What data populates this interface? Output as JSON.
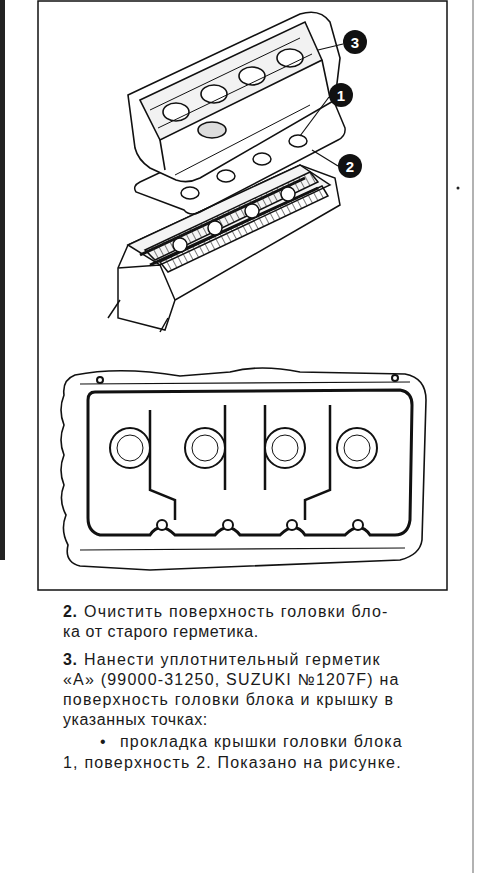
{
  "diagram": {
    "labels": [
      "3",
      "1",
      "2",
      "2.",
      "Очистить поверхность головки бло-",
      "ка от старого герметика.",
      "3.",
      "Нанести уплотнительный герметик",
      "«А» (99000-31250, SUZUKI №1207F) на",
      "поверхность головки блока и крышку в",
      "указанных точках:",
      "•",
      "прокладка крышки головки блока",
      "1, поверхность 2. Показано на рисунке."
    ]
  }
}
